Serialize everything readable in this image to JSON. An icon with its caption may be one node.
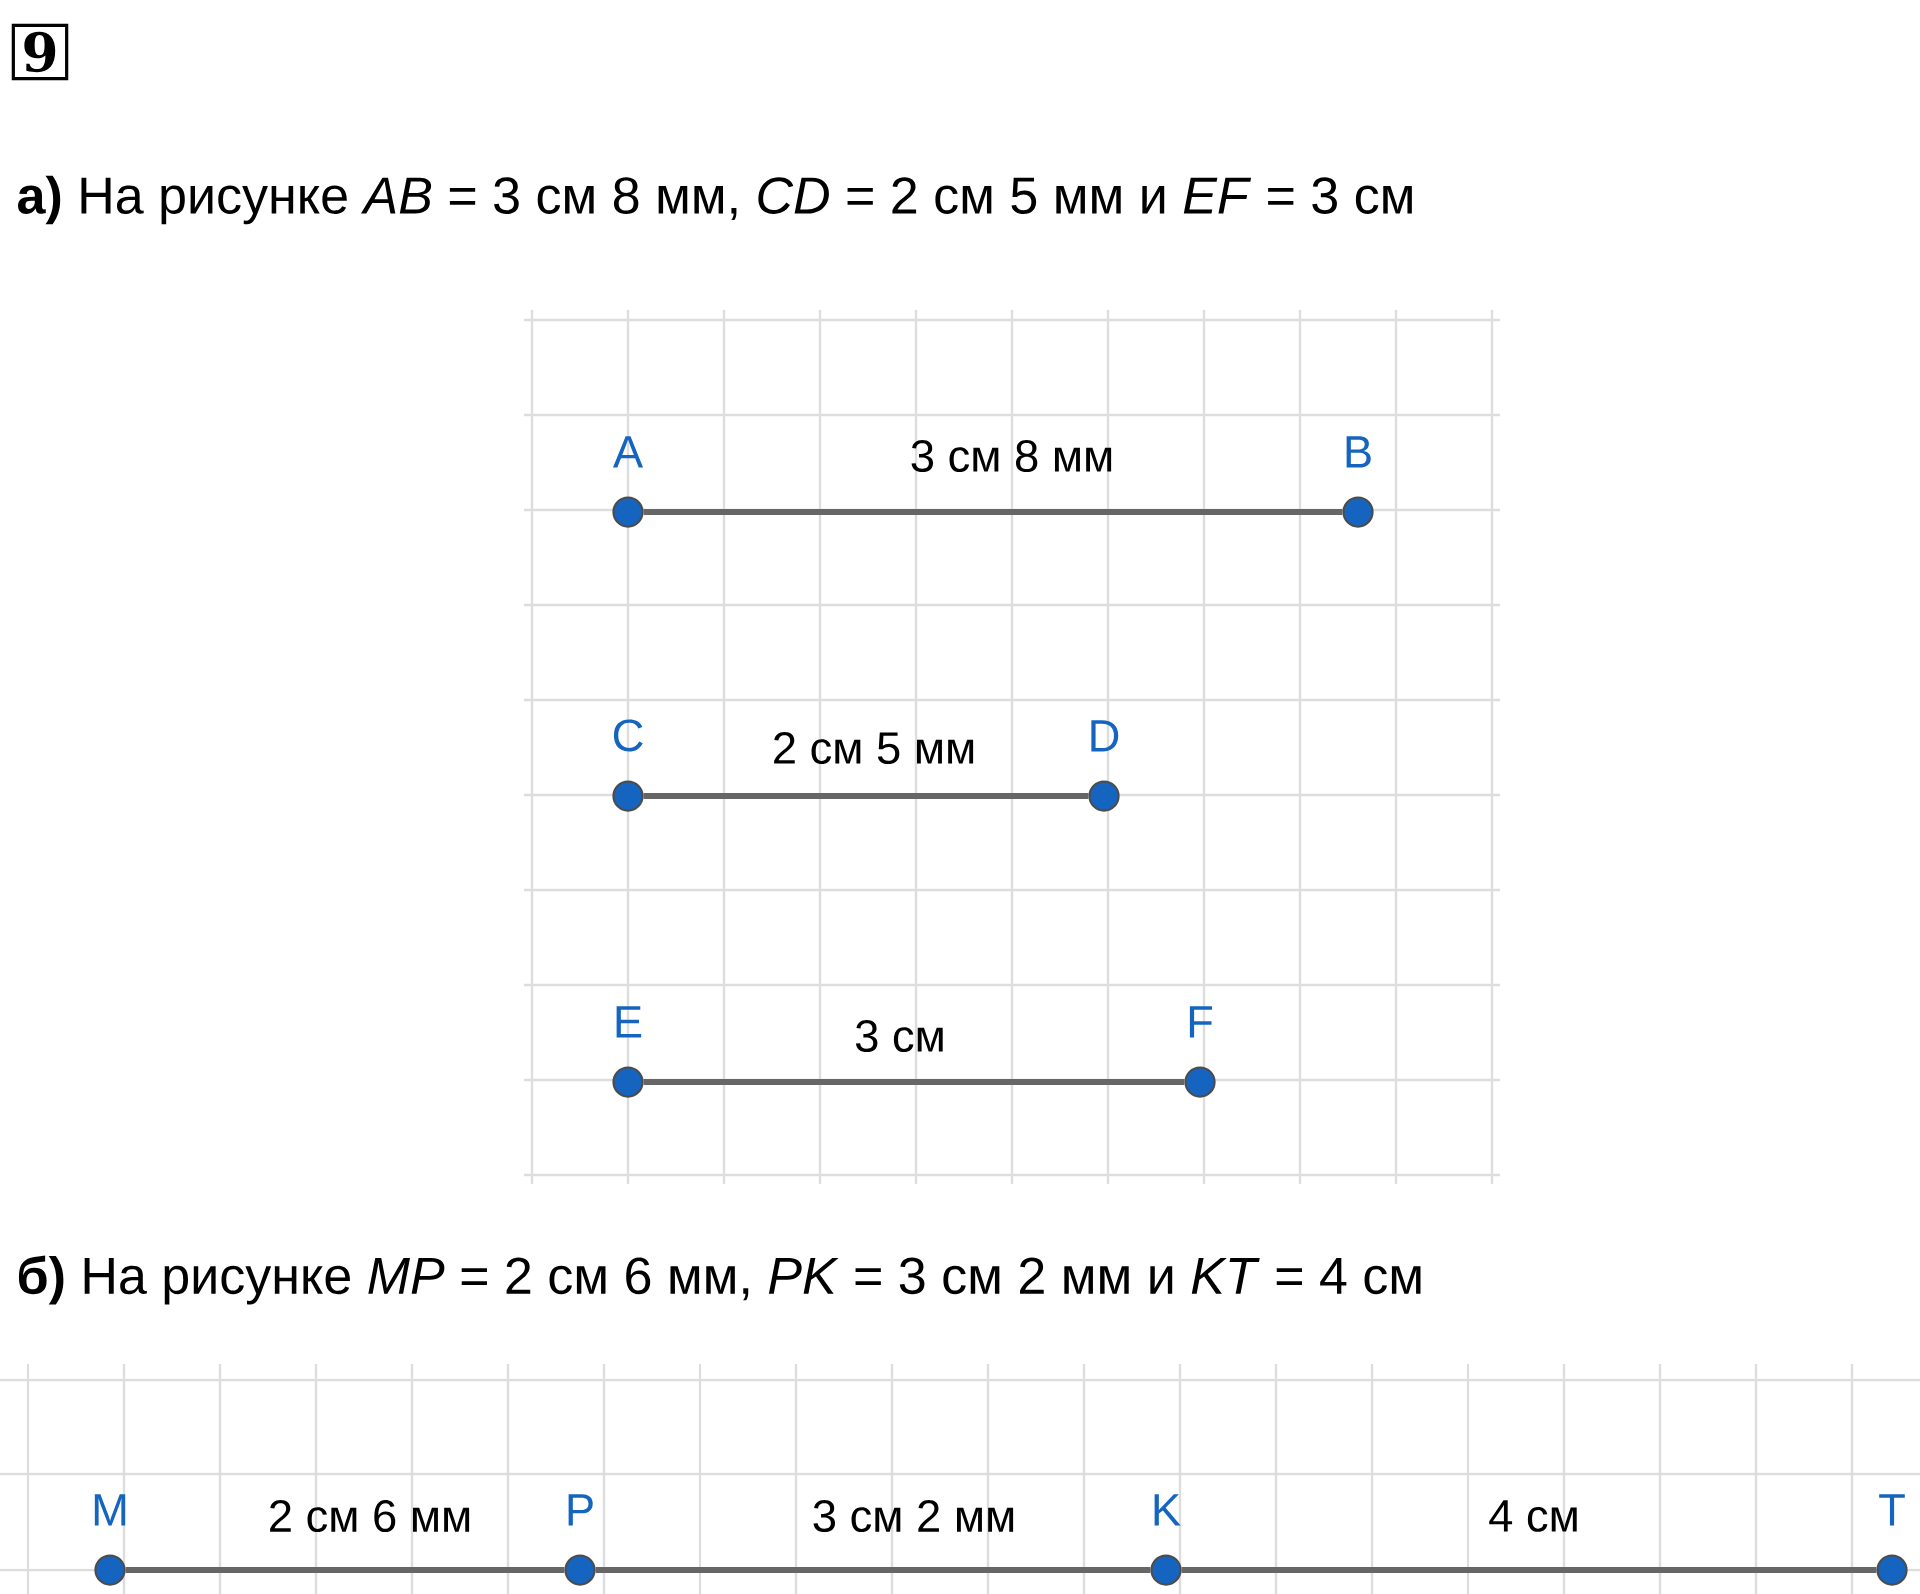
{
  "diagram": {
    "nodes": [
      {
        "text": [],
        "shape": "circle",
        "beside": [
          "A"
        ]
      },
      {
        "text": [],
        "shape": "circle",
        "beside": [
          "B"
        ]
      },
      {
        "text": [],
        "shape": "circle",
        "beside": [
          "C"
        ]
      },
      {
        "text": [],
        "shape": "circle",
        "beside": [
          "D"
        ]
      },
      {
        "text": [],
        "shape": "circle",
        "beside": [
          "E"
        ]
      },
      {
        "text": [],
        "shape": "circle",
        "beside": [
          "F"
        ]
      },
      {
        "text": [],
        "shape": "circle",
        "beside": [
          "M"
        ]
      },
      {
        "text": [],
        "shape": "circle",
        "beside": [
          "P"
        ]
      },
      {
        "text": [],
        "shape": "circle",
        "beside": [
          "K"
        ]
      },
      {
        "text": [],
        "shape": "circle",
        "beside": [
          "T"
        ]
      }
    ],
    "edges": [
      {
        "from": 0,
        "to": 1,
        "arrow": "none",
        "label": "3 см 8 мм"
      },
      {
        "from": 2,
        "to": 3,
        "arrow": "none",
        "label": "2 см 5 мм"
      },
      {
        "from": 4,
        "to": 5,
        "arrow": "none",
        "label": "3 см"
      },
      {
        "from": 6,
        "to": 7,
        "arrow": "none",
        "label": "2 см 6 мм"
      },
      {
        "from": 7,
        "to": 8,
        "arrow": "none",
        "label": "3 см 2 мм"
      },
      {
        "from": 8,
        "to": 9,
        "arrow": "none",
        "label": "4 см"
      }
    ],
    "labels": [
      "9",
      "**а)** На рисунке *AB* = 3 см 8 мм, *CD* = 2 см 5 мм и *EF* = 3 см",
      "**б)** На рисунке *MP* = 2 см 6 мм, *PK* = 3 см 2 мм и *KT* = 4 см"
    ]
  }
}
